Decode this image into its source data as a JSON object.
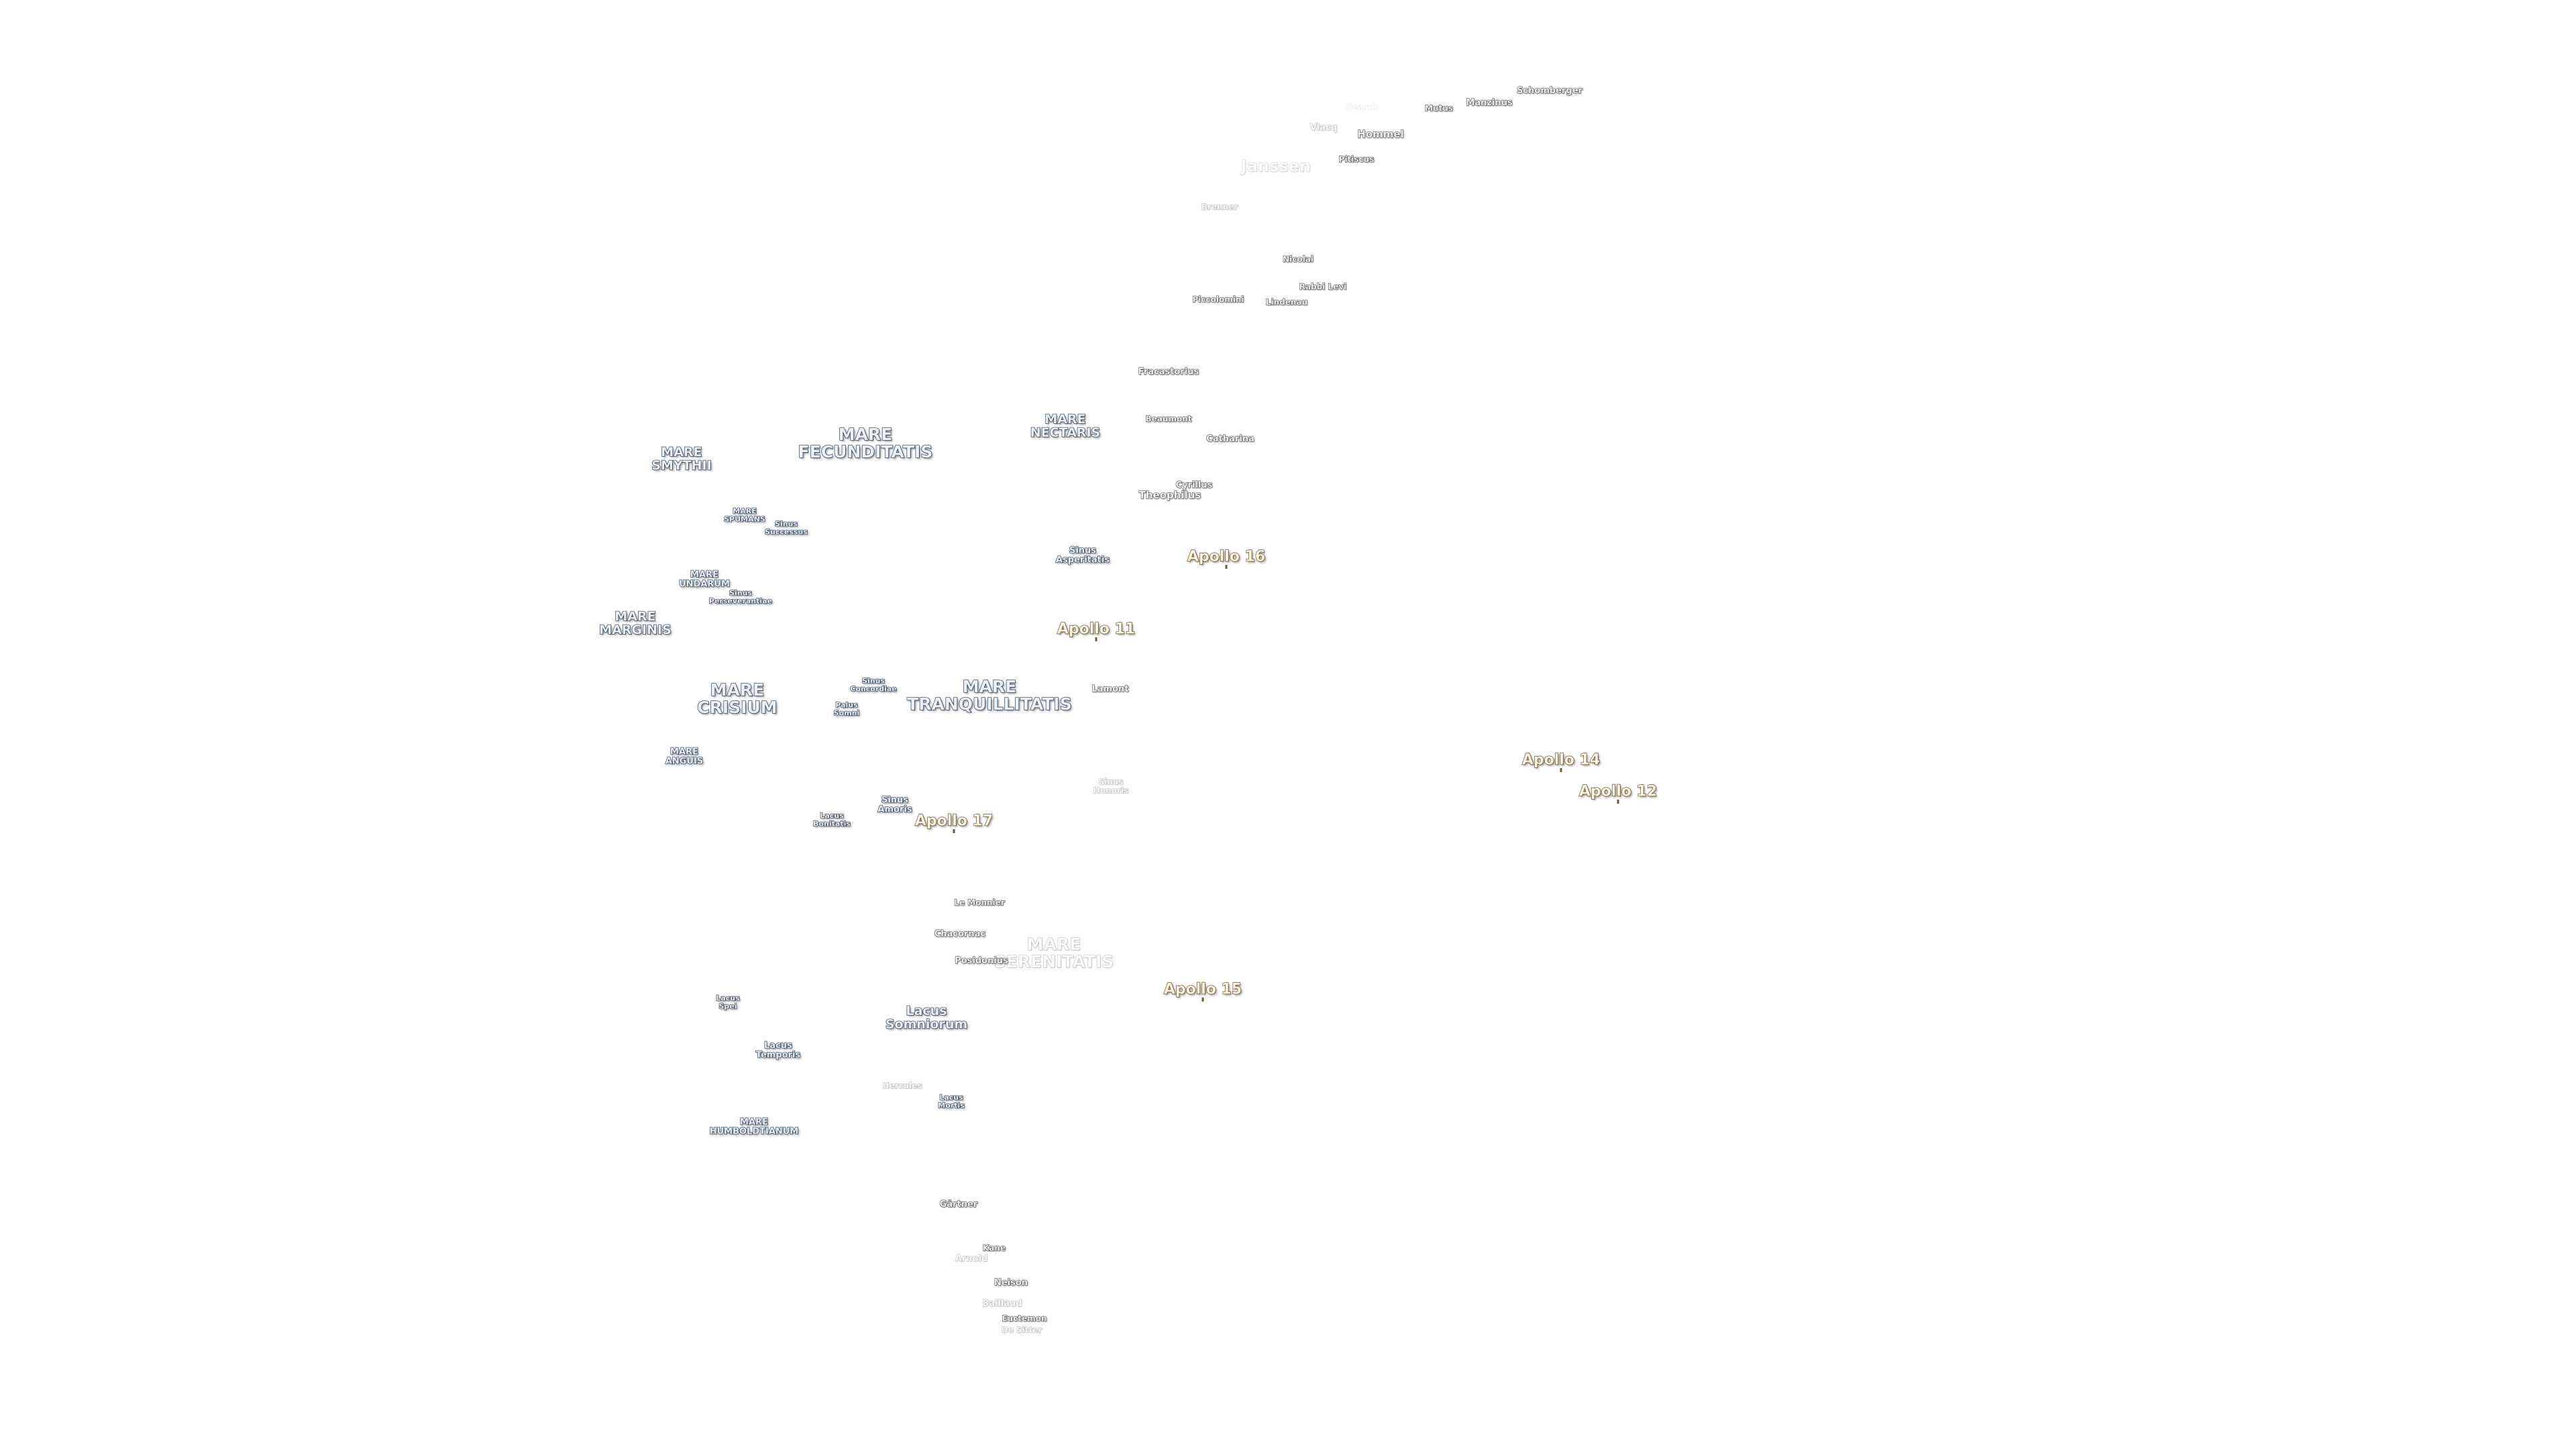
{
  "maria": [
    {
      "name": "MARE\nFECUNDITATIS"
    },
    {
      "name": "MARE\nSMYTHII"
    },
    {
      "name": "MARE\nNECTARIS"
    },
    {
      "name": "MARE\nSPUMANS"
    },
    {
      "name": "Sinus\nSuccessus"
    },
    {
      "name": "MARE\nUNDARUM"
    },
    {
      "name": "Sinus\nPerseverantiae"
    },
    {
      "name": "MARE\nMARGINIS"
    },
    {
      "name": "Sinus\nAsperitatis"
    },
    {
      "name": "MARE\nCRISIUM"
    },
    {
      "name": "Sinus\nConcordiae"
    },
    {
      "name": "Palus\nSomni"
    },
    {
      "name": "MARE\nTRANQUILLITATIS"
    },
    {
      "name": "MARE\nANGUIS"
    },
    {
      "name": "Sinus\nAmoris"
    },
    {
      "name": "Lacus\nBonitatis"
    },
    {
      "name": "Sinus\nHonoris"
    },
    {
      "name": "MARE\nSERENITATIS"
    },
    {
      "name": "Lacus\nSpei"
    },
    {
      "name": "Lacus\nSomniorum"
    },
    {
      "name": "Lacus\nTemporis"
    },
    {
      "name": "Lacus\nMortis"
    },
    {
      "name": "MARE\nHUMBOLDTIANUM"
    }
  ],
  "craters": [
    {
      "name": "Schomberger"
    },
    {
      "name": "Nearch"
    },
    {
      "name": "Mutus"
    },
    {
      "name": "Manzinus"
    },
    {
      "name": "Vlacq"
    },
    {
      "name": "Hommel"
    },
    {
      "name": "Pitiscus"
    },
    {
      "name": "Janssen"
    },
    {
      "name": "Brenner"
    },
    {
      "name": "Nicolai"
    },
    {
      "name": "Rabbi Levi"
    },
    {
      "name": "Piccolomini"
    },
    {
      "name": "Lindenau"
    },
    {
      "name": "Fracastorius"
    },
    {
      "name": "Beaumont"
    },
    {
      "name": "Catharina"
    },
    {
      "name": "Cyrillus"
    },
    {
      "name": "Theophilus"
    },
    {
      "name": "Lamont"
    },
    {
      "name": "Le Monnier"
    },
    {
      "name": "Chacornac"
    },
    {
      "name": "Posidonius"
    },
    {
      "name": "Hercules"
    },
    {
      "name": "Gärtner"
    },
    {
      "name": "Kane"
    },
    {
      "name": "Arnold"
    },
    {
      "name": "Neison"
    },
    {
      "name": "Baillaud"
    },
    {
      "name": "Euctemon"
    },
    {
      "name": "De Sitter"
    }
  ],
  "apollo_sites": [
    {
      "name": "Apollo 16"
    },
    {
      "name": "Apollo 11"
    },
    {
      "name": "Apollo 14"
    },
    {
      "name": "Apollo 12"
    },
    {
      "name": "Apollo 17"
    },
    {
      "name": "Apollo 15"
    }
  ]
}
